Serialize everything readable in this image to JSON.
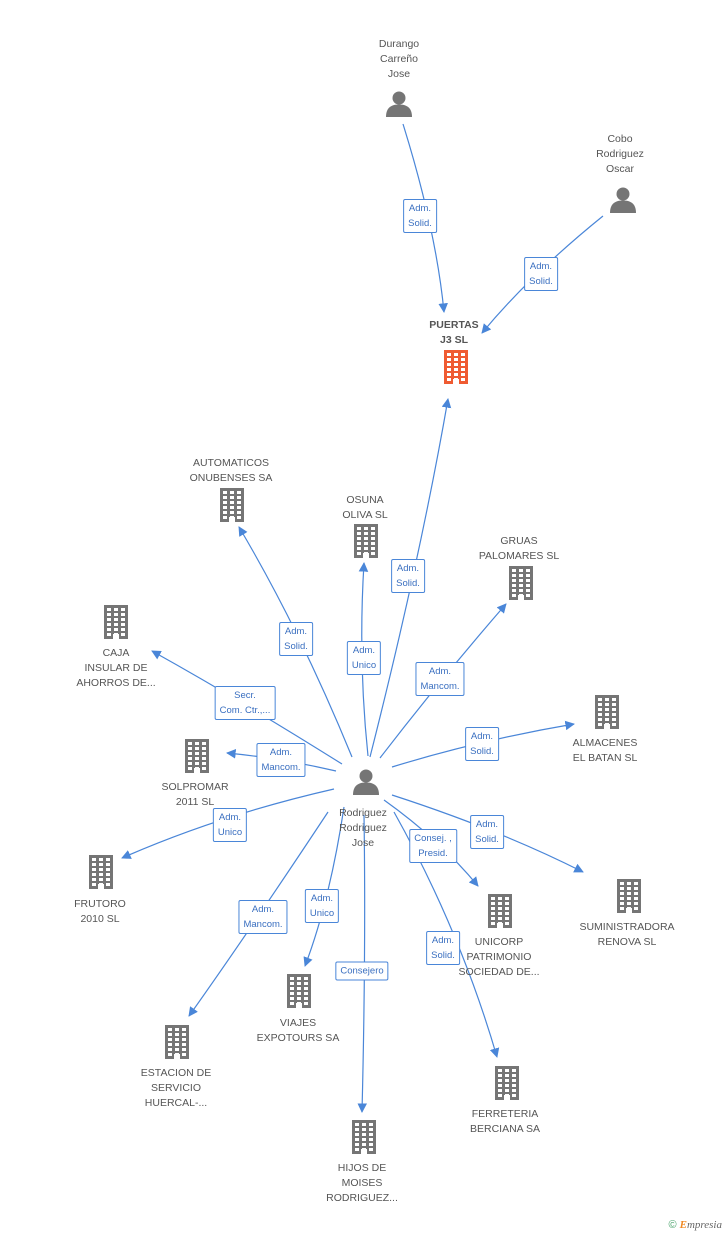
{
  "colors": {
    "edge": "#4a86d8",
    "node": "#757575",
    "focus": "#ef5b32"
  },
  "nodes": [
    {
      "id": "durango",
      "type": "person",
      "label": "Durango\nCarreño\nJose"
    },
    {
      "id": "cobo",
      "type": "person",
      "label": "Cobo\nRodriguez\nOscar"
    },
    {
      "id": "puertas",
      "type": "company-focus",
      "label": "PUERTAS\nJ3 SL"
    },
    {
      "id": "automaticos",
      "type": "company",
      "label": "AUTOMATICOS\nONUBENSES SA"
    },
    {
      "id": "osuna",
      "type": "company",
      "label": "OSUNA\nOLIVA SL"
    },
    {
      "id": "gruas",
      "type": "company",
      "label": "GRUAS\nPALOMARES SL"
    },
    {
      "id": "caja",
      "type": "company",
      "label": "CAJA\nINSULAR DE\nAHORROS DE..."
    },
    {
      "id": "almacenes",
      "type": "company",
      "label": "ALMACENES\nEL BATAN SL"
    },
    {
      "id": "solpromar",
      "type": "company",
      "label": "SOLPROMAR\n2011 SL"
    },
    {
      "id": "rodriguez",
      "type": "person",
      "label": "Rodriguez\nRodriguez\nJose"
    },
    {
      "id": "frutoro",
      "type": "company",
      "label": "FRUTORO\n2010 SL"
    },
    {
      "id": "suministradora",
      "type": "company",
      "label": "SUMINISTRADORA\nRENOVA  SL"
    },
    {
      "id": "unicorp",
      "type": "company",
      "label": "UNICORP\nPATRIMONIO\nSOCIEDAD DE..."
    },
    {
      "id": "viajes",
      "type": "company",
      "label": "VIAJES\nEXPOTOURS SA"
    },
    {
      "id": "estacion",
      "type": "company",
      "label": "ESTACION DE\nSERVICIO\nHUERCAL-..."
    },
    {
      "id": "ferreteria",
      "type": "company",
      "label": "FERRETERIA\nBERCIANA SA"
    },
    {
      "id": "hijos",
      "type": "company",
      "label": "HIJOS DE\nMOISES\nRODRIGUEZ..."
    }
  ],
  "edges": [
    {
      "from": "durango",
      "to": "puertas",
      "label": "Adm.\nSolid."
    },
    {
      "from": "cobo",
      "to": "puertas",
      "label": "Adm.\nSolid."
    },
    {
      "from": "rodriguez",
      "to": "puertas",
      "label": "Adm.\nSolid."
    },
    {
      "from": "rodriguez",
      "to": "automaticos",
      "label": "Adm.\nSolid."
    },
    {
      "from": "rodriguez",
      "to": "osuna",
      "label": "Adm.\nUnico"
    },
    {
      "from": "rodriguez",
      "to": "gruas",
      "label": "Adm.\nMancom."
    },
    {
      "from": "rodriguez",
      "to": "caja",
      "label": "Secr.\nCom. Ctr.,..."
    },
    {
      "from": "rodriguez",
      "to": "almacenes",
      "label": "Adm.\nSolid."
    },
    {
      "from": "rodriguez",
      "to": "solpromar",
      "label": "Adm.\nMancom."
    },
    {
      "from": "rodriguez",
      "to": "frutoro",
      "label": "Adm.\nUnico"
    },
    {
      "from": "rodriguez",
      "to": "suministradora",
      "label": "Adm.\nSolid."
    },
    {
      "from": "rodriguez",
      "to": "unicorp",
      "label": "Consej. ,\nPresid."
    },
    {
      "from": "rodriguez",
      "to": "viajes",
      "label": "Adm.\nUnico"
    },
    {
      "from": "rodriguez",
      "to": "estacion",
      "label": "Adm.\nMancom."
    },
    {
      "from": "rodriguez",
      "to": "ferreteria",
      "label": "Adm.\nSolid."
    },
    {
      "from": "rodriguez",
      "to": "hijos",
      "label": "Consejero"
    }
  ],
  "footer": {
    "copyright": "©",
    "brand_initial": "E",
    "brand_rest": "mpresia"
  }
}
